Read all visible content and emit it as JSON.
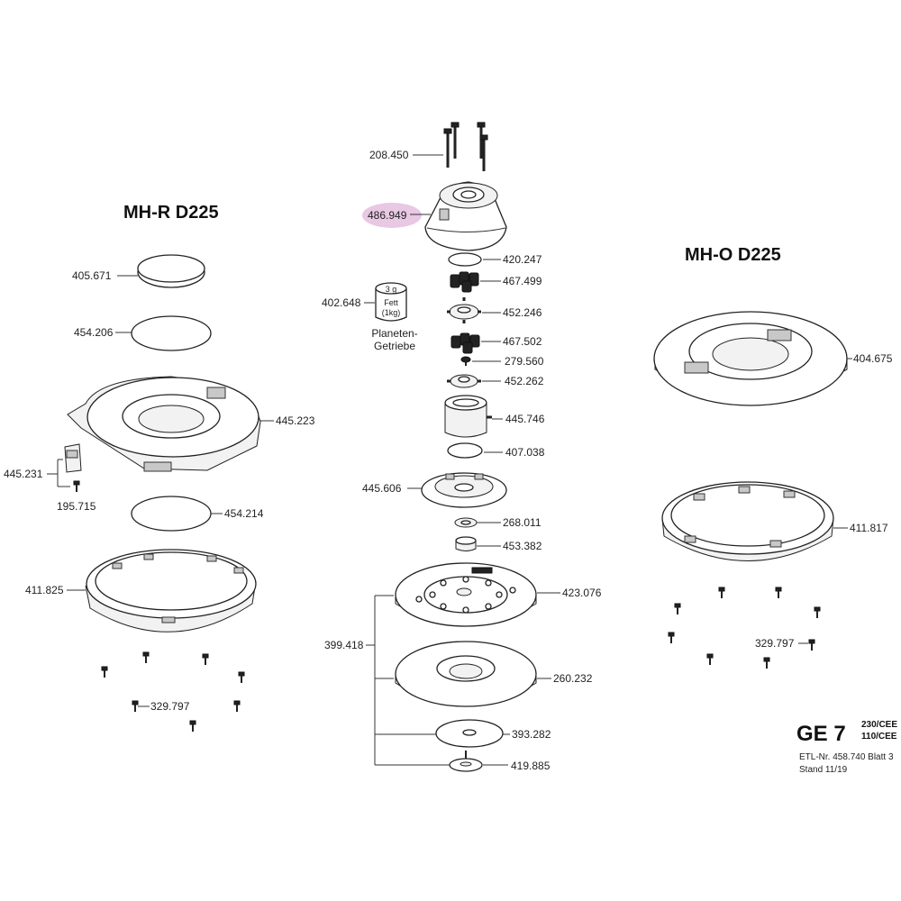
{
  "titles": {
    "left": "MH-R D225",
    "right": "MH-O D225"
  },
  "grease": {
    "amount": "3 g",
    "line1": "Fett",
    "line2": "(1kg)",
    "caption1": "Planeten-",
    "caption2": "Getriebe",
    "part": "402.648"
  },
  "center_parts": [
    "208.450",
    "486.949",
    "420.247",
    "467.499",
    "452.246",
    "467.502",
    "279.560",
    "452.262",
    "445.746",
    "407.038",
    "445.606",
    "268.011",
    "453.382",
    "423.076",
    "399.418",
    "260.232",
    "393.282",
    "419.885"
  ],
  "left_parts": [
    "405.671",
    "454.206",
    "445.223",
    "445.231",
    "195.715",
    "454.214",
    "411.825",
    "329.797"
  ],
  "right_parts": [
    "404.675",
    "411.817",
    "329.797"
  ],
  "highlight": {
    "part": "486.949",
    "color": "#e8c8e3"
  },
  "footer": {
    "model": "GE 7",
    "v1": "230/CEE",
    "v2": "110/CEE",
    "etl": "ETL-Nr. 458.740  Blatt 3",
    "stand": "Stand 11/19"
  }
}
